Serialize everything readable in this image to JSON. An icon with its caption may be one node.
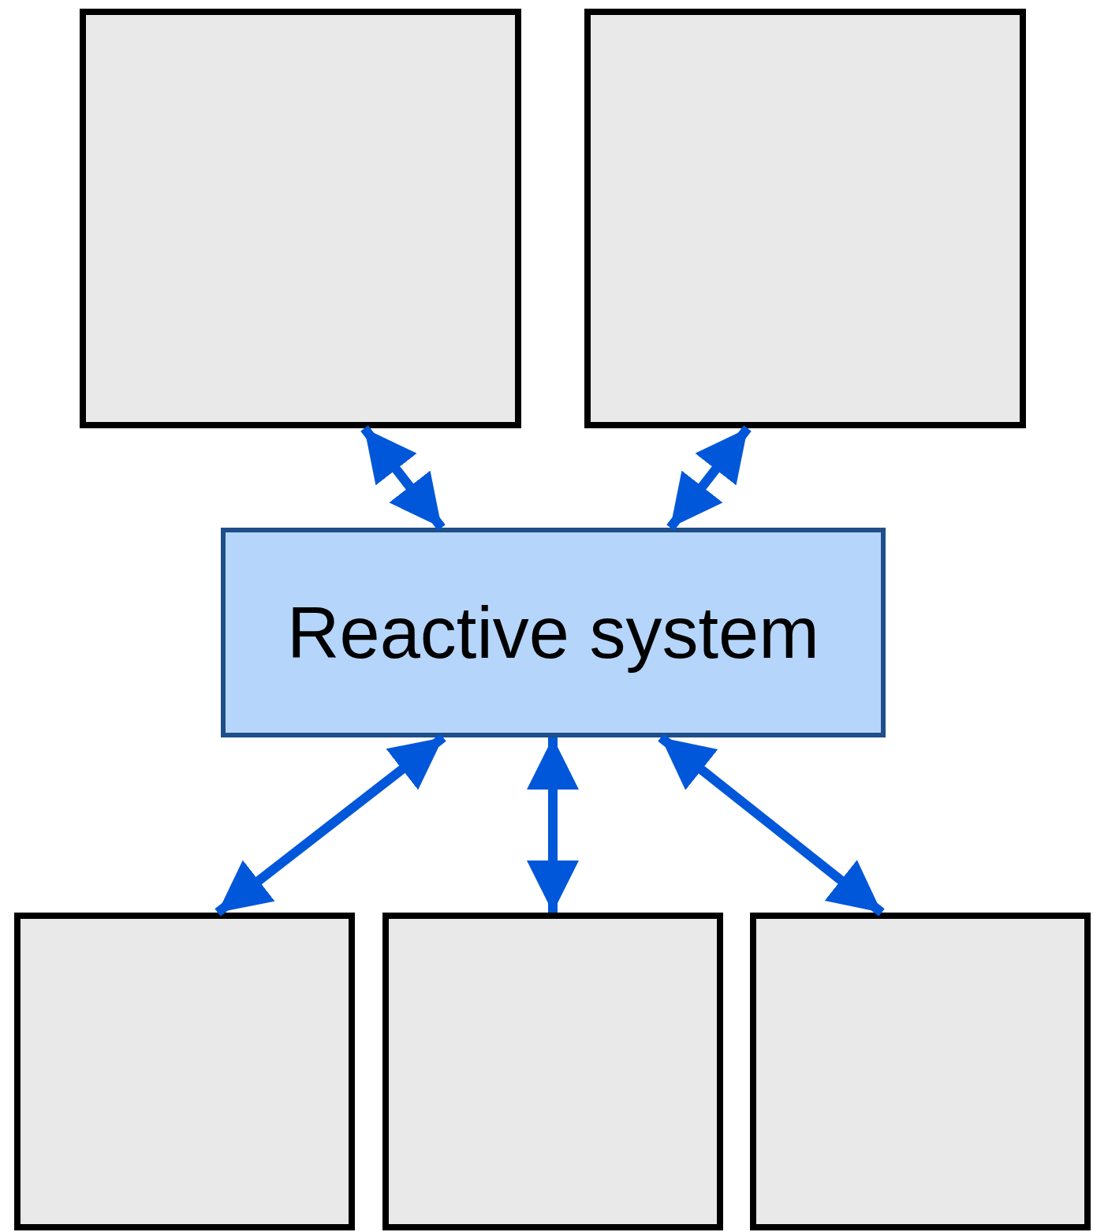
{
  "diagram": {
    "nodes": [
      {
        "text": [],
        "shape": "box"
      },
      {
        "text": [],
        "shape": "box"
      },
      {
        "text": [
          "Reactive system"
        ]
      },
      {
        "text": [],
        "shape": "box"
      },
      {
        "text": [],
        "shape": "box"
      },
      {
        "text": [],
        "shape": "box"
      }
    ],
    "edges": [
      {
        "from": 2,
        "to": 0,
        "arrow": "both"
      },
      {
        "from": 2,
        "to": 1,
        "arrow": "both"
      },
      {
        "from": 2,
        "to": 3,
        "arrow": "both"
      },
      {
        "from": 2,
        "to": 4,
        "arrow": "both"
      },
      {
        "from": 2,
        "to": 5,
        "arrow": "both"
      }
    ]
  }
}
